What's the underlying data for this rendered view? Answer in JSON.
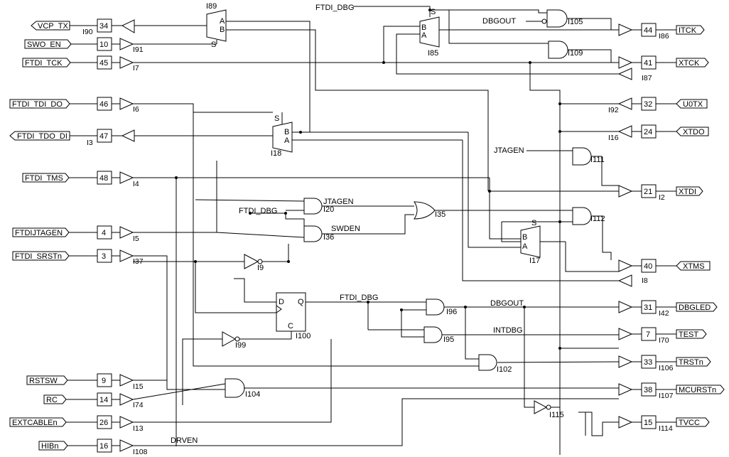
{
  "ports": [
    {
      "name": "VCP_TX",
      "pin": "34",
      "inst": "I90"
    },
    {
      "name": "SWO_EN",
      "pin": "10",
      "inst": "I91"
    },
    {
      "name": "FTDI_TCK",
      "pin": "45",
      "inst": "I7"
    },
    {
      "name": "FTDI_TDI_DO",
      "pin": "46",
      "inst": "I6"
    },
    {
      "name": "FTDI_TDO_DI",
      "pin": "47",
      "inst": "I3"
    },
    {
      "name": "FTDI_TMS",
      "pin": "48",
      "inst": "I4"
    },
    {
      "name": "FTDIJTAGEN",
      "pin": "4",
      "inst": "I5"
    },
    {
      "name": "FTDI_SRSTn",
      "pin": "3",
      "inst": "I37"
    },
    {
      "name": "RSTSW",
      "pin": "9",
      "inst": "I15"
    },
    {
      "name": "RC",
      "pin": "14",
      "inst": "I74"
    },
    {
      "name": "EXTCABLEn",
      "pin": "26",
      "inst": "I13"
    },
    {
      "name": "HIBn",
      "pin": "16",
      "inst": "I108"
    },
    {
      "name": "ITCK",
      "pin": "44",
      "inst": "I86"
    },
    {
      "name": "XTCK",
      "pin": "41",
      "inst": "I87"
    },
    {
      "name": "U0TX",
      "pin": "32",
      "inst": "I92"
    },
    {
      "name": "XTDO",
      "pin": "24",
      "inst": "I16"
    },
    {
      "name": "XTDI",
      "pin": "21",
      "inst": "I2"
    },
    {
      "name": "XTMS",
      "pin": "40",
      "inst": "I8"
    },
    {
      "name": "DBGLED",
      "pin": "31",
      "inst": "I42"
    },
    {
      "name": "TEST",
      "pin": "7",
      "inst": "I70"
    },
    {
      "name": "TRSTn",
      "pin": "33",
      "inst": "I106"
    },
    {
      "name": "MCURSTn",
      "pin": "38",
      "inst": "I107"
    },
    {
      "name": "TVCC",
      "pin": "15",
      "inst": "I114"
    }
  ],
  "gates": {
    "I89": "I89",
    "I85": "I85",
    "I18": "I18",
    "I17": "I17",
    "I105": "I105",
    "I109": "I109",
    "I111": "I111",
    "I112": "I112",
    "I20": "I20",
    "I36": "I36",
    "I35": "I35",
    "I9": "I9",
    "I96": "I96",
    "I95": "I95",
    "I102": "I102",
    "I99": "I99",
    "I100": "I100",
    "I104": "I104",
    "I115": "I115"
  },
  "nets": {
    "ftdi_dbg_top": "FTDI_DBG",
    "ftdi_dbg_mid": "FTDI_DBG",
    "ftdi_dbg_ff": "FTDI_DBG",
    "dbgout_top": "DBGOUT",
    "dbgout_bot": "DBGOUT",
    "jtagen_a": "JTAGEN",
    "jtagen_b": "JTAGEN",
    "swden": "SWDEN",
    "intdbg": "INTDBG",
    "drven": "DRVEN"
  },
  "pin_letters": {
    "A": "A",
    "B": "B",
    "S": "S",
    "D": "D",
    "Q": "Q",
    "C": "C"
  }
}
